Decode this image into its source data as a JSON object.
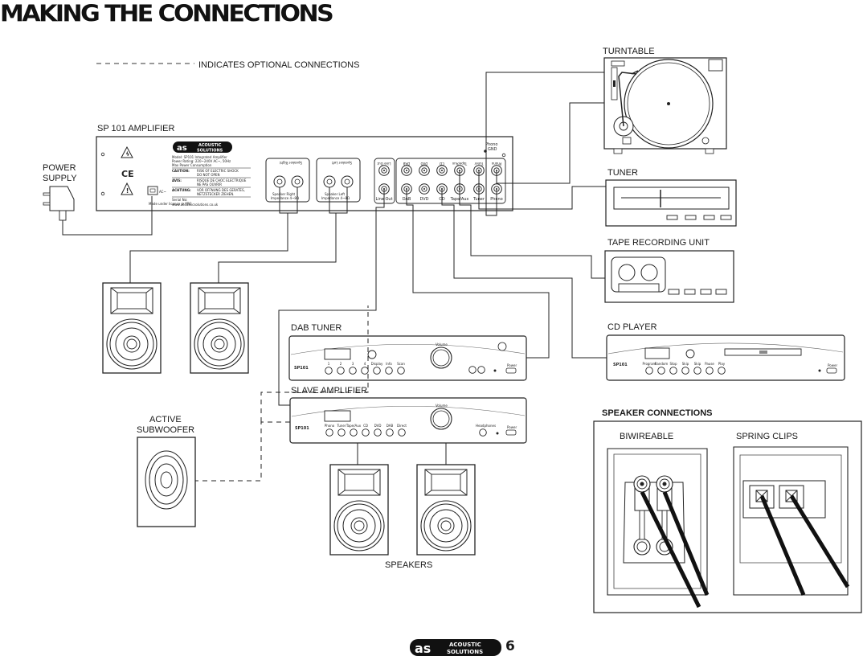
{
  "title": "MAKING THE CONNECTIONS",
  "legend": {
    "text": "INDICATES OPTIONAL  CONNECTIONS"
  },
  "amplifier": {
    "label": "SP 101 AMPLIFIER",
    "brand_logo": "as",
    "brand_top": "ACOUSTIC",
    "brand_bottom": "SOLUTIONS",
    "spec_lines": [
      "Model: SP101 Integrated Amplifier",
      "Power Rating: 220~240V AC~, 50Hz",
      "Max Power Consumption"
    ],
    "caution_label": "CAUTION:",
    "caution_lines": [
      "RISK OF ELECTRIC SHOCK",
      "DO NOT OPEN"
    ],
    "avis_label": "AVIS:",
    "avis_lines": [
      "RISQUE DE CHOC ELECTRIQUE",
      "NE PAS OUVRIR"
    ],
    "achtung_label": "ACHTUNG:",
    "achtung_lines": [
      "VOR OFFNUNG DES GERATES,",
      "NETZSTECKER ZIEHEN."
    ],
    "serial": "Serial No:",
    "website": "www.acousticsolutions.co.uk",
    "made_in": "Made under licence in PRC",
    "speaker_right": [
      "Speaker Right",
      "Impedance 4~8Ω"
    ],
    "speaker_left": [
      "Speaker Left",
      "Impedance 4~8Ω"
    ],
    "phono_gnd": [
      "Phono",
      "GND"
    ],
    "top_jacks": [
      "Line Out",
      "DAB",
      "DVD",
      "CD",
      "Tape/Aux",
      "Tuner",
      "Phono"
    ],
    "bottom_jacks": [
      "Line Out",
      "DAB",
      "DVD",
      "CD",
      "Tape/Aux",
      "Tuner",
      "Phono"
    ]
  },
  "power_supply": {
    "label": [
      "POWER",
      "SUPPLY"
    ]
  },
  "turntable": {
    "label": "TURNTABLE"
  },
  "tuner": {
    "label": "TUNER"
  },
  "tape_unit": {
    "label": "TAPE RECORDING UNIT"
  },
  "cd_player": {
    "label": "CD PLAYER",
    "model": "SP101",
    "buttons": [
      "Program",
      "Random",
      "Stop",
      "Skip",
      "Skip",
      "Pause",
      "Play"
    ],
    "power": "Power"
  },
  "dab_tuner": {
    "label": "DAB TUNER",
    "model": "SP101",
    "buttons": [
      "1",
      "2",
      "3",
      "4",
      "Display",
      "Info",
      "Scan"
    ],
    "knob": "Volume",
    "power": "Power"
  },
  "slave_amp": {
    "label": "SLAVE AMPLIFIER",
    "model": "SP101",
    "buttons": [
      "Phono",
      "Tuner",
      "Tape/Aux",
      "CD",
      "DVD",
      "DAB",
      "Direct"
    ],
    "knob": "Volume",
    "headphones": "Headphones",
    "power": "Power"
  },
  "subwoofer": {
    "label": [
      "ACTIVE",
      "SUBWOOFER"
    ]
  },
  "speakers": {
    "label": "SPEAKERS"
  },
  "speaker_connections": {
    "title": "SPEAKER CONNECTIONS",
    "biwireable": "BIWIREABLE",
    "spring_clips": "SPRING CLIPS"
  },
  "footer": {
    "brand_top": "ACOUSTIC",
    "brand_bottom": "SOLUTIONS",
    "logo": "as",
    "page_number": "6"
  }
}
